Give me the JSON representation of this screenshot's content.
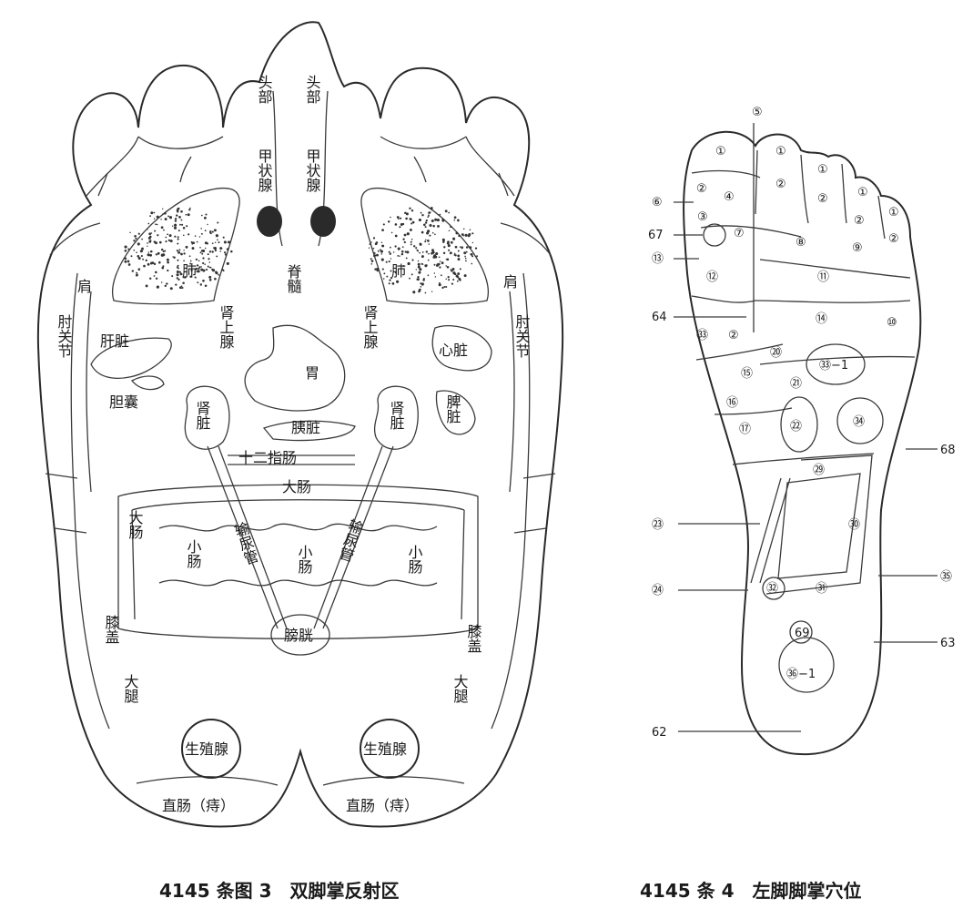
{
  "caption_left": "4145 条图 3　双脚掌反射区",
  "caption_right": "4145 条 4　左脚脚掌穴位",
  "regions": {
    "head": "头部",
    "thyroid": "甲状腺",
    "spinal_cord": "脊髓",
    "lung": "肺",
    "shoulder": "肩",
    "elbow": "肘关节",
    "liver": "肝脏",
    "gallbladder": "胆囊",
    "adrenal": "肾上腺",
    "heart": "心脏",
    "stomach": "胃",
    "spleen": "脾脏",
    "kidney": "肾脏",
    "pancreas": "胰脏",
    "duodenum": "十二指肠",
    "large_intestine": "大肠",
    "small_intestine": "小肠",
    "ureter": "输尿管",
    "bladder": "膀胱",
    "knee": "膝盖",
    "thigh": "大腿",
    "gonad": "生殖腺",
    "rectum": "直肠（痔）"
  },
  "points": {
    "p1": "①",
    "p2": "②",
    "p3": "③",
    "p4": "④",
    "p5": "⑤",
    "p6": "⑥",
    "p7": "⑦",
    "p8": "⑧",
    "p9": "⑨",
    "p10": "⑩",
    "p11": "⑪",
    "p12": "⑫",
    "p13": "⑬",
    "p14": "⑭",
    "p15": "⑮",
    "p16": "⑯",
    "p17": "⑰",
    "p20": "⑳",
    "p21": "㉑",
    "p22": "㉒",
    "p23": "㉓",
    "p24": "㉔",
    "p29": "㉙",
    "p30": "㉚",
    "p31": "㉛",
    "p32": "㉜",
    "p33": "㉝",
    "p33_1": "㉝−1",
    "p34": "㉞",
    "p35": "㉟",
    "p36_1": "㊱−1",
    "p62": "62",
    "p63": "63",
    "p64": "64",
    "p67": "67",
    "p68": "68",
    "p69": "69"
  }
}
